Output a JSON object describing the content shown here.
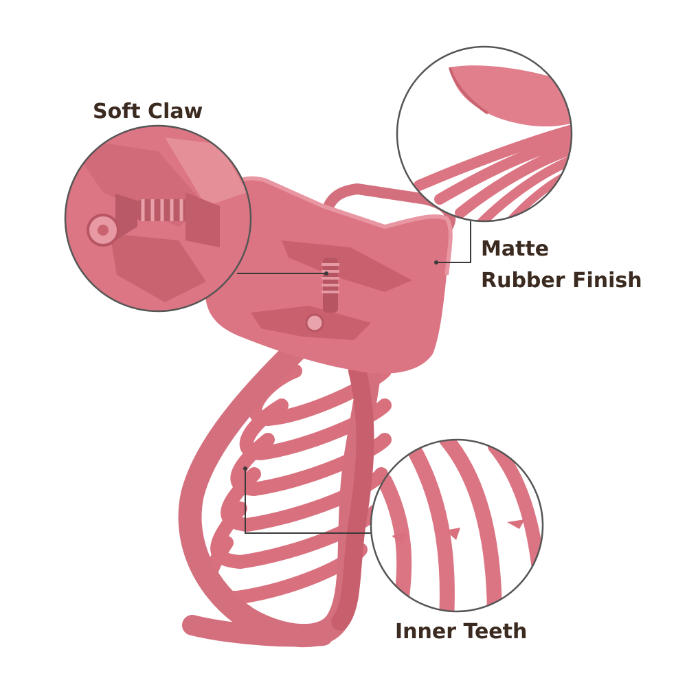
{
  "labels": {
    "soft_claw": "Soft Claw",
    "matte_line1": "Matte",
    "matte_line2": "Rubber Finish",
    "inner_teeth": "Inner Teeth"
  },
  "colors": {
    "product_pink": "#d9707e",
    "product_light": "#e89aa4",
    "product_dark": "#b85563",
    "text": "#3b2a1f",
    "callout_line": "#3a3a3a",
    "circle_border": "#555555"
  }
}
